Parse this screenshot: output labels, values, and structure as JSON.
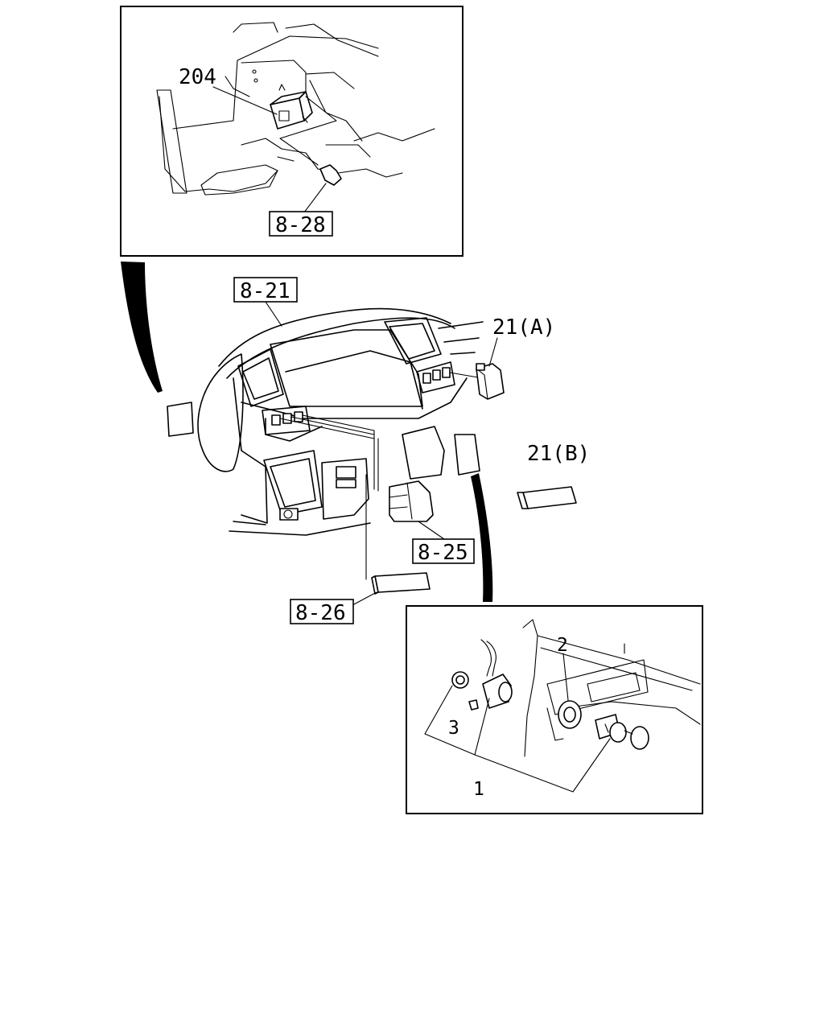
{
  "callouts": {
    "part_204": "204",
    "ref_8_28": "8-28",
    "ref_8_21": "8-21",
    "part_21a": "21(A)",
    "part_21b": "21(B)",
    "ref_8_25": "8-25",
    "ref_8_26": "8-26",
    "part_1": "1",
    "part_2": "2",
    "part_3": "3"
  }
}
